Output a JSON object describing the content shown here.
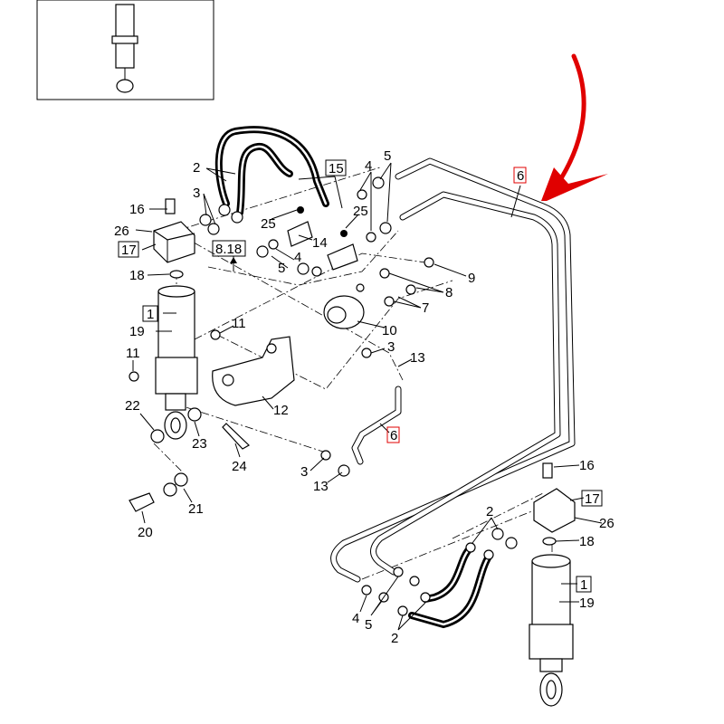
{
  "diagram": {
    "callouts": [
      {
        "text": "2"
      },
      {
        "text": "3"
      },
      {
        "text": "16"
      },
      {
        "text": "26"
      },
      {
        "text": "17",
        "boxed": true
      },
      {
        "text": "18"
      },
      {
        "text": "1",
        "boxed": true
      },
      {
        "text": "19"
      },
      {
        "text": "11"
      },
      {
        "text": "11"
      },
      {
        "text": "22"
      },
      {
        "text": "23"
      },
      {
        "text": "24"
      },
      {
        "text": "20"
      },
      {
        "text": "21"
      },
      {
        "text": "25"
      },
      {
        "text": "14"
      },
      {
        "text": "15",
        "boxed": true
      },
      {
        "text": "4"
      },
      {
        "text": "5"
      },
      {
        "text": "25"
      },
      {
        "text": "8.18",
        "boxed": true
      },
      {
        "text": "4"
      },
      {
        "text": "5"
      },
      {
        "text": "9"
      },
      {
        "text": "8"
      },
      {
        "text": "7"
      },
      {
        "text": "10"
      },
      {
        "text": "12"
      },
      {
        "text": "3"
      },
      {
        "text": "13"
      },
      {
        "text": "6",
        "boxed": true,
        "highlight": "red"
      },
      {
        "text": "3"
      },
      {
        "text": "13"
      },
      {
        "text": "6",
        "boxed": true,
        "highlight": "red"
      },
      {
        "text": "16"
      },
      {
        "text": "17",
        "boxed": true
      },
      {
        "text": "26"
      },
      {
        "text": "18"
      },
      {
        "text": "1",
        "boxed": true
      },
      {
        "text": "19"
      },
      {
        "text": "2"
      },
      {
        "text": "4"
      },
      {
        "text": "5"
      },
      {
        "text": "2"
      }
    ],
    "highlight_color": "#e00000",
    "annotation_arrow_color": "#e00000"
  }
}
